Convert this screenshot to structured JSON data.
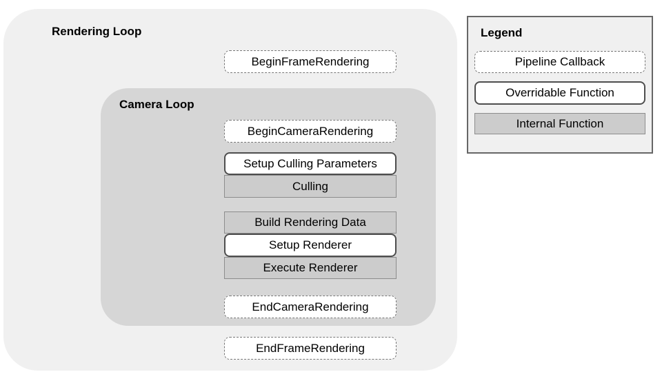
{
  "colors": {
    "page_bg": "#ffffff",
    "rendering_loop_bg": "#f0f0f0",
    "camera_loop_bg": "#d6d6d6",
    "pipeline_callback_bg": "#ffffff",
    "pipeline_callback_border": "#757575",
    "overridable_bg": "#ffffff",
    "overridable_border": "#4d4d4d",
    "internal_bg": "#cccccc",
    "internal_border": "#8c8c8c",
    "legend_bg": "#f0f0f0",
    "legend_border": "#666666",
    "text": "#000000"
  },
  "rendering_loop": {
    "title": "Rendering Loop",
    "begin_frame": {
      "label": "BeginFrameRendering",
      "type": "pipeline-callback"
    },
    "end_frame": {
      "label": "EndFrameRendering",
      "type": "pipeline-callback"
    },
    "camera_loop": {
      "title": "Camera Loop",
      "nodes": [
        {
          "label": "BeginCameraRendering",
          "type": "pipeline-callback"
        },
        {
          "label": "Setup Culling Parameters",
          "type": "overridable-function"
        },
        {
          "label": "Culling",
          "type": "internal-function"
        },
        {
          "label": "Build Rendering Data",
          "type": "internal-function"
        },
        {
          "label": "Setup Renderer",
          "type": "overridable-function"
        },
        {
          "label": "Execute Renderer",
          "type": "internal-function"
        },
        {
          "label": "EndCameraRendering",
          "type": "pipeline-callback"
        }
      ]
    }
  },
  "legend": {
    "title": "Legend",
    "items": [
      {
        "label": "Pipeline Callback",
        "type": "pipeline-callback"
      },
      {
        "label": "Overridable Function",
        "type": "overridable-function"
      },
      {
        "label": "Internal Function",
        "type": "internal-function"
      }
    ]
  }
}
